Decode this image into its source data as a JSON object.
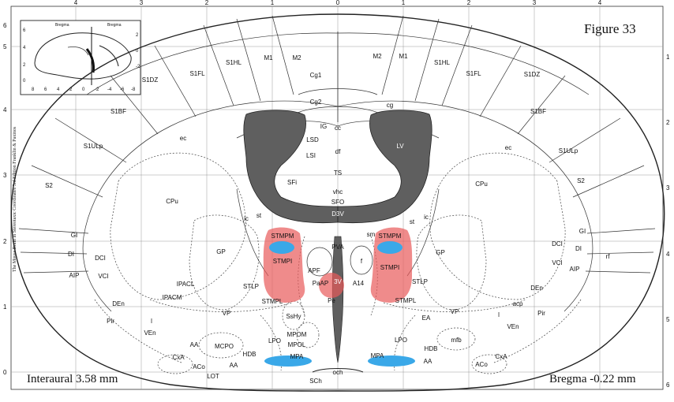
{
  "figure_title": "Figure 33",
  "interaural": "Interaural 3.58 mm",
  "bregma": "Bregma -0.22 mm",
  "side_credit": "The Mouse Brain in Stereotaxic Coordinates 3rd Edition Franklin & Paxinos",
  "inset": {
    "left_label": "Bregma",
    "right_label": "Bregma"
  },
  "axes": {
    "top": [
      "4",
      "3",
      "2",
      "1",
      "0",
      "1",
      "2",
      "3",
      "4"
    ],
    "left": [
      "6",
      "5",
      "4",
      "3",
      "2",
      "1",
      "0"
    ],
    "right": [
      "1",
      "2",
      "3",
      "4",
      "5",
      "6"
    ],
    "inset_top": [
      "8",
      "6",
      "4",
      "2",
      "0",
      "-2",
      "-4",
      "-6",
      "-8"
    ],
    "inset_left": [
      "6",
      "4",
      "2",
      "0"
    ],
    "inset_right": [
      "2",
      "0",
      "-2"
    ]
  },
  "regions": {
    "m1_l": "M1",
    "m2_l": "M2",
    "cg1": "Cg1",
    "cg2": "Cg2",
    "m2_r": "M2",
    "m1_r": "M1",
    "s1hl_l": "S1HL",
    "s1fl_l": "S1FL",
    "s1dz_l": "S1DZ",
    "s1bf_l": "S1BF",
    "s1ulp_l": "S1ULp",
    "s2_l": "S2",
    "ec_l": "ec",
    "cpu_l": "CPu",
    "gi_l": "GI",
    "di_l": "DI",
    "aip_l": "AIP",
    "dci_l": "DCI",
    "vci_l": "VCI",
    "s1hl_r": "S1HL",
    "s1fl_r": "S1FL",
    "s1dz_r": "S1DZ",
    "s1bf_r": "S1BF",
    "s1ulp_r": "S1ULp",
    "s2_r": "S2",
    "ec_r": "ec",
    "cpu_r": "CPu",
    "gi_r": "GI",
    "di_r": "DI",
    "aip_r": "AIP",
    "dci_r": "DCI",
    "vci_r": "VCI",
    "rf": "rf",
    "cg": "cg",
    "ig": "IG",
    "cc": "cc",
    "lsd": "LSD",
    "lsi": "LSI",
    "df": "df",
    "ts": "TS",
    "sfi": "SFi",
    "vhc": "vhc",
    "sfo": "SFO",
    "d3v": "D3V",
    "lv": "LV",
    "ic_l": "ic",
    "st_l": "st",
    "ic_r": "ic",
    "st_r": "st",
    "sm": "sm",
    "gp_l": "GP",
    "gp_r": "GP",
    "stmpm_l": "STMPM",
    "stmpi_l": "STMPI",
    "stmpm_r": "STMPM",
    "stmpi_r": "STMPI",
    "pva": "PVA",
    "apf": "APF",
    "paap": "PaAP",
    "f": "f",
    "threev": "3V",
    "a14": "A14",
    "stlp_l": "STLP",
    "stmpl_l": "STMPL",
    "stlp_r": "STLP",
    "stmpl_r": "STMPL",
    "ipacl": "IPACL",
    "ipacm": "IPACM",
    "den_l": "DEn",
    "pir_l": "Pir",
    "l_l": "l",
    "ven_l": "VEn",
    "aa_l1": "AA",
    "mcpo": "MCPO",
    "hdb_l": "HDB",
    "aa_l2": "AA",
    "cxa_l": "CxA",
    "aco_l": "ACo",
    "lot": "LOT",
    "vp_l": "VP",
    "pe": "Pe",
    "sshy": "SsHy",
    "mpom": "MPOM",
    "mpol": "MPOL",
    "mpa_l": "MPA",
    "lpo_l": "LPO",
    "sch": "SCh",
    "och": "och",
    "mpa_r": "MPA",
    "lpo_r": "LPO",
    "ea": "EA",
    "vp_r": "VP",
    "mfb": "mfb",
    "hdb_r": "HDB",
    "aa_r": "AA",
    "aco_r": "ACo",
    "cxa_r": "CxA",
    "ven_r": "VEn",
    "pir_r": "Pir",
    "l_r": "l",
    "den_r": "DEn",
    "acp": "acp"
  },
  "colors": {
    "ventricle": "#5f5f5f",
    "highlight_red": "#e85a5a",
    "highlight_blue": "#3aa8e8"
  }
}
